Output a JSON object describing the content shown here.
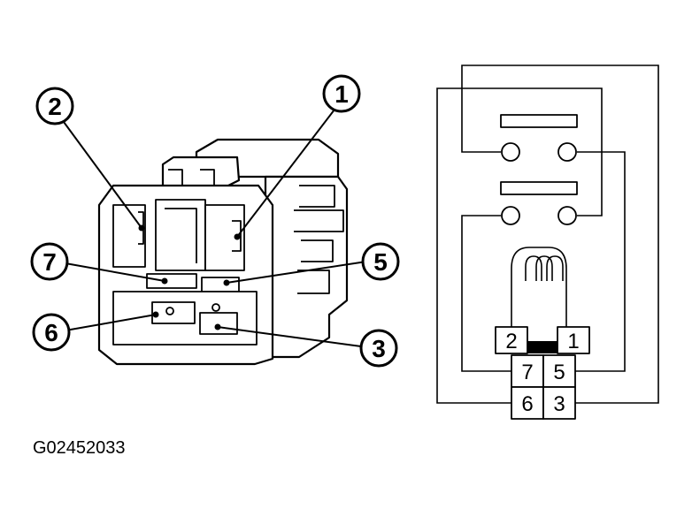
{
  "connector_callouts": [
    "1",
    "2",
    "7",
    "5",
    "6",
    "3"
  ],
  "relay_pins": [
    "2",
    "1",
    "7",
    "5",
    "6",
    "3"
  ],
  "figure_code": "G02452033"
}
